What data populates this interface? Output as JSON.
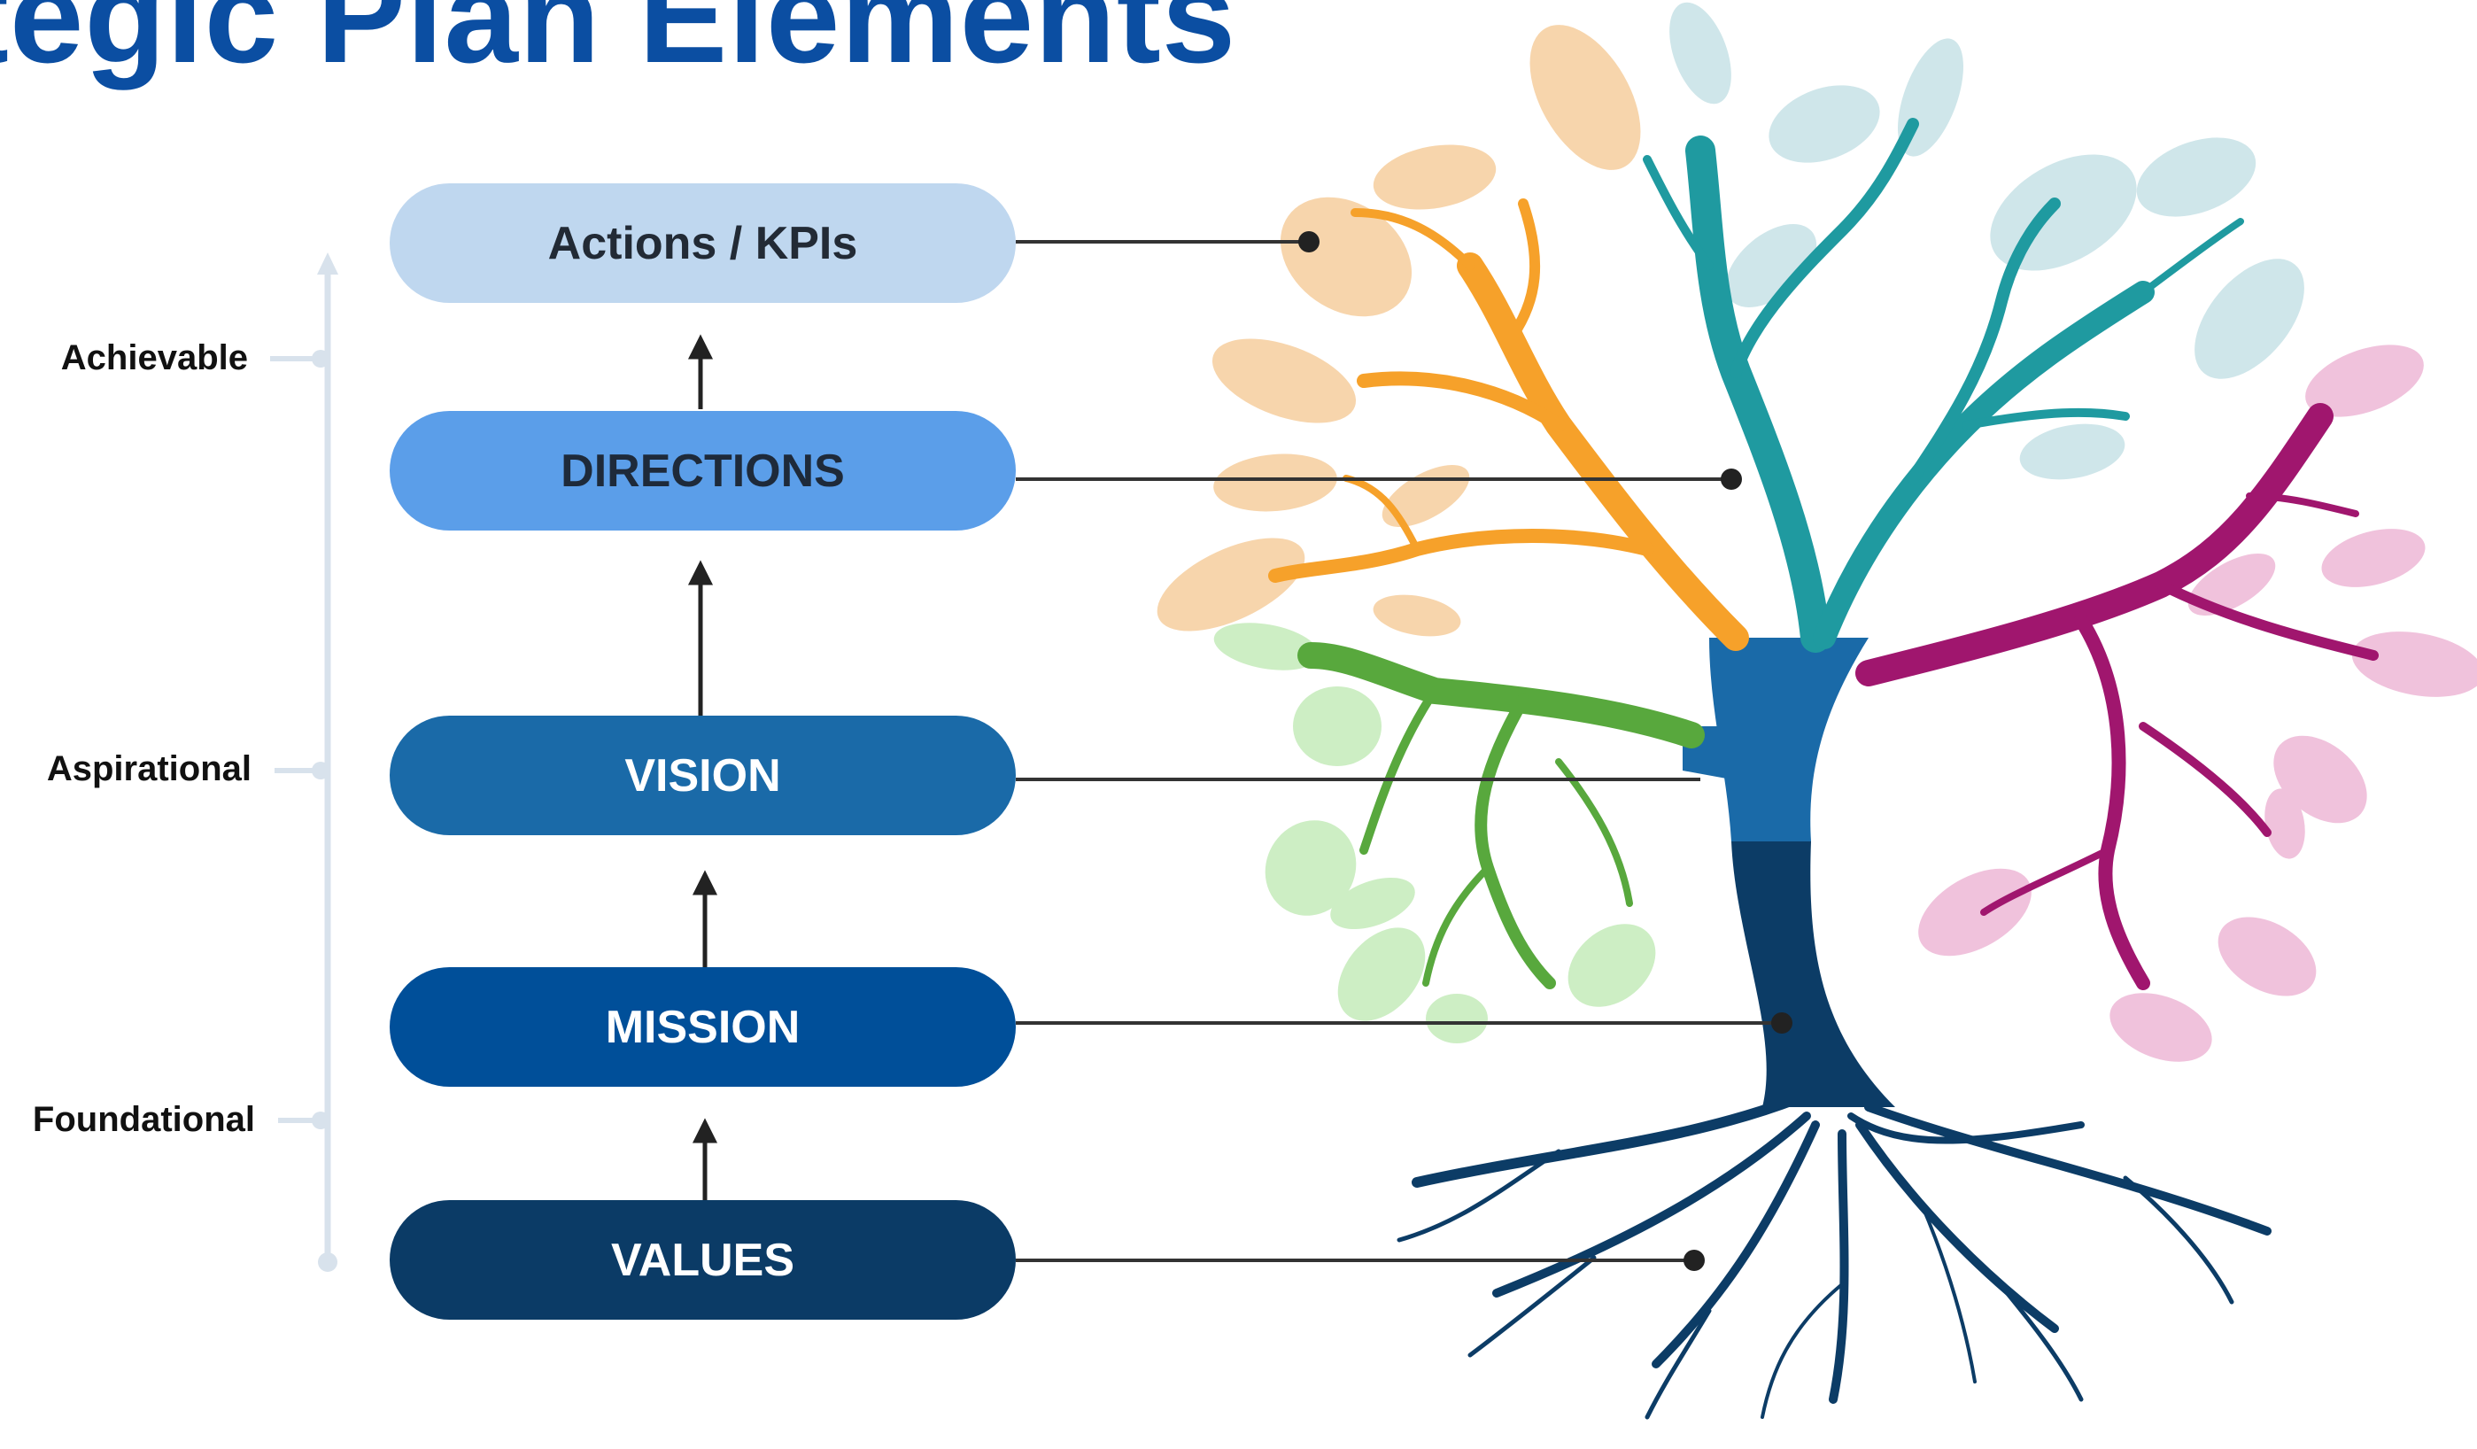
{
  "title": "tegic Plan Elements",
  "elements": [
    {
      "label": "Actions / KPIs",
      "fill": "#bfd7ef",
      "text_color": "#222a35"
    },
    {
      "label": "DIRECTIONS",
      "fill": "#5b9ee9",
      "text_color": "#1e2a3a"
    },
    {
      "label": "VISION",
      "fill": "#1a6aa8",
      "text_color": "#ffffff"
    },
    {
      "label": "MISSION",
      "fill": "#004f99",
      "text_color": "#ffffff"
    },
    {
      "label": "VALUES",
      "fill": "#0b3b66",
      "text_color": "#ffffff"
    }
  ],
  "levels": [
    {
      "label": "Achievable"
    },
    {
      "label": "Aspirational"
    },
    {
      "label": "Foundational"
    }
  ],
  "colors": {
    "title": "#0b4ea2",
    "orange_branch": "#f6a12a",
    "orange_leaf": "#f7d5ac",
    "teal_branch": "#1f9aa0",
    "teal_leaf": "#cfe6ea",
    "magenta_branch": "#a0166e",
    "magenta_leaf": "#f0c2dc",
    "green_branch": "#58a83d",
    "green_leaf": "#cdeec4",
    "trunk_dark": "#0c3c66",
    "trunk_mid": "#1a6aa8"
  }
}
